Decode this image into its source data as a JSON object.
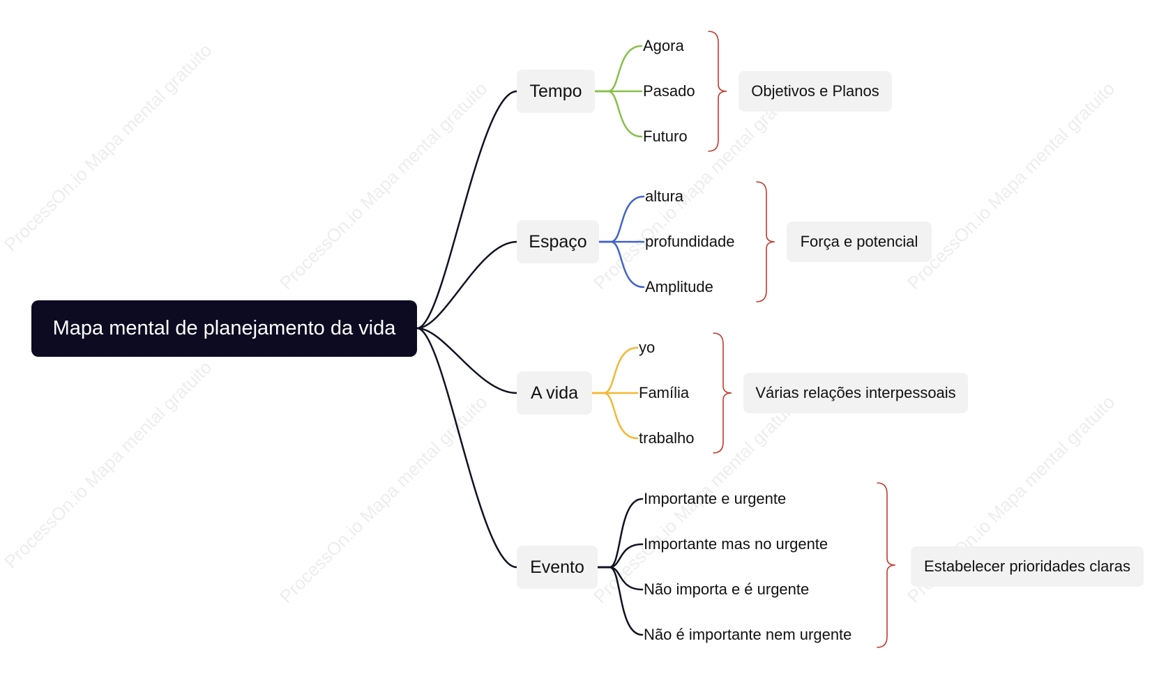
{
  "watermark": "ProcessOn.io Mapa mental gratuito",
  "root": {
    "label": "Mapa mental de planejamento da vida"
  },
  "branches": [
    {
      "label": "Tempo",
      "color": "#86bf4a",
      "items": [
        "Agora",
        "Pasado",
        "Futuro"
      ],
      "summary": "Objetivos e Planos"
    },
    {
      "label": "Espaço",
      "color": "#3f62c8",
      "items": [
        "altura",
        "profundidade",
        "Amplitude"
      ],
      "summary": "Força e potencial"
    },
    {
      "label": "A vida",
      "color": "#f5b731",
      "items": [
        "yo",
        "Família",
        "trabalho"
      ],
      "summary": "Várias relações interpessoais"
    },
    {
      "label": "Evento",
      "color": "#111122",
      "items": [
        "Importante e urgente",
        "Importante mas no urgente",
        "Não importa e é urgente",
        "Não é importante nem urgente"
      ],
      "summary": "Estabelecer prioridades claras"
    }
  ],
  "colors": {
    "root_fill": "#0d0b22",
    "main_line": "#111122",
    "bracket": "#c0392b",
    "node_fill": "#f2f2f2"
  }
}
